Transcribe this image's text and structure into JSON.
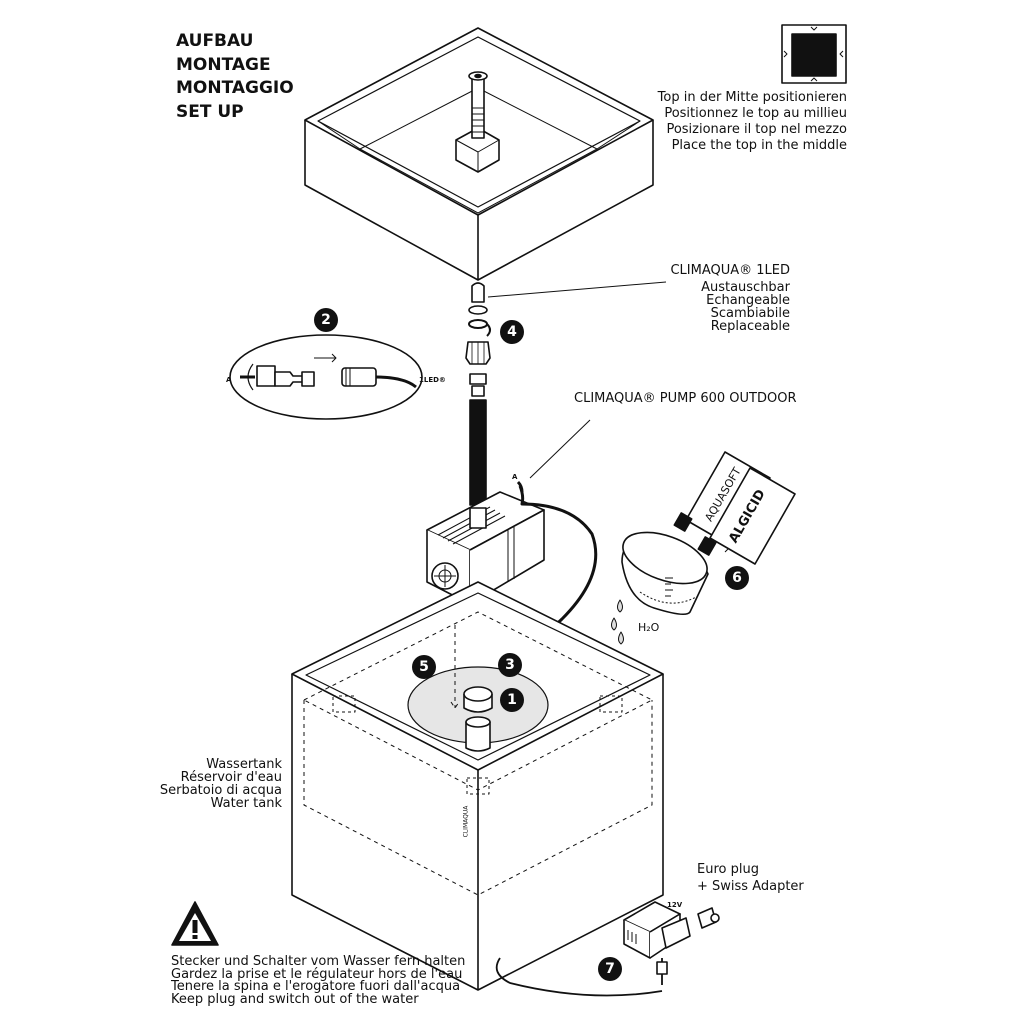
{
  "title_lines": [
    "AUFBAU",
    "MONTAGE",
    "MONTAGGIO",
    "SET UP"
  ],
  "top_center_note": [
    "Top in der Mitte positionieren",
    "Positionnez le top au millieu",
    "Posizionare il top nel mezzo",
    "Place the top in the middle"
  ],
  "led": {
    "name": "CLIMAQUA® 1LED",
    "note": [
      "Austauschbar",
      "Echangeable",
      "Scambiabile",
      "Replaceable"
    ]
  },
  "pump": {
    "name": "CLIMAQUA® PUMP 600 OUTDOOR",
    "cable_marker": "A"
  },
  "connector": {
    "left_marker": "A",
    "right_label": "1LED®"
  },
  "bottles": {
    "first": "AQUASOFT",
    "second": "ALGICID"
  },
  "water_label": "H₂O",
  "tank_label": [
    "Wassertank",
    "Réservoir d'eau",
    "Serbatoio di acqua",
    "Water tank"
  ],
  "tank_brand": "CLIMAQUA",
  "plug": {
    "label": [
      "Euro plug",
      "+ Swiss Adapter"
    ],
    "voltage": "12V"
  },
  "warning": [
    "Stecker und Schalter vom Wasser fern halten",
    "Gardez la prise et le régulateur hors de l'eau",
    "Tenere la spina e l'erogatore fuori dall'acqua",
    "Keep plug and switch out of the water"
  ],
  "steps": [
    "1",
    "2",
    "3",
    "4",
    "5",
    "6",
    "7"
  ],
  "colors": {
    "ink": "#111111",
    "badge": "#111111",
    "water": "#e6e6e6"
  }
}
